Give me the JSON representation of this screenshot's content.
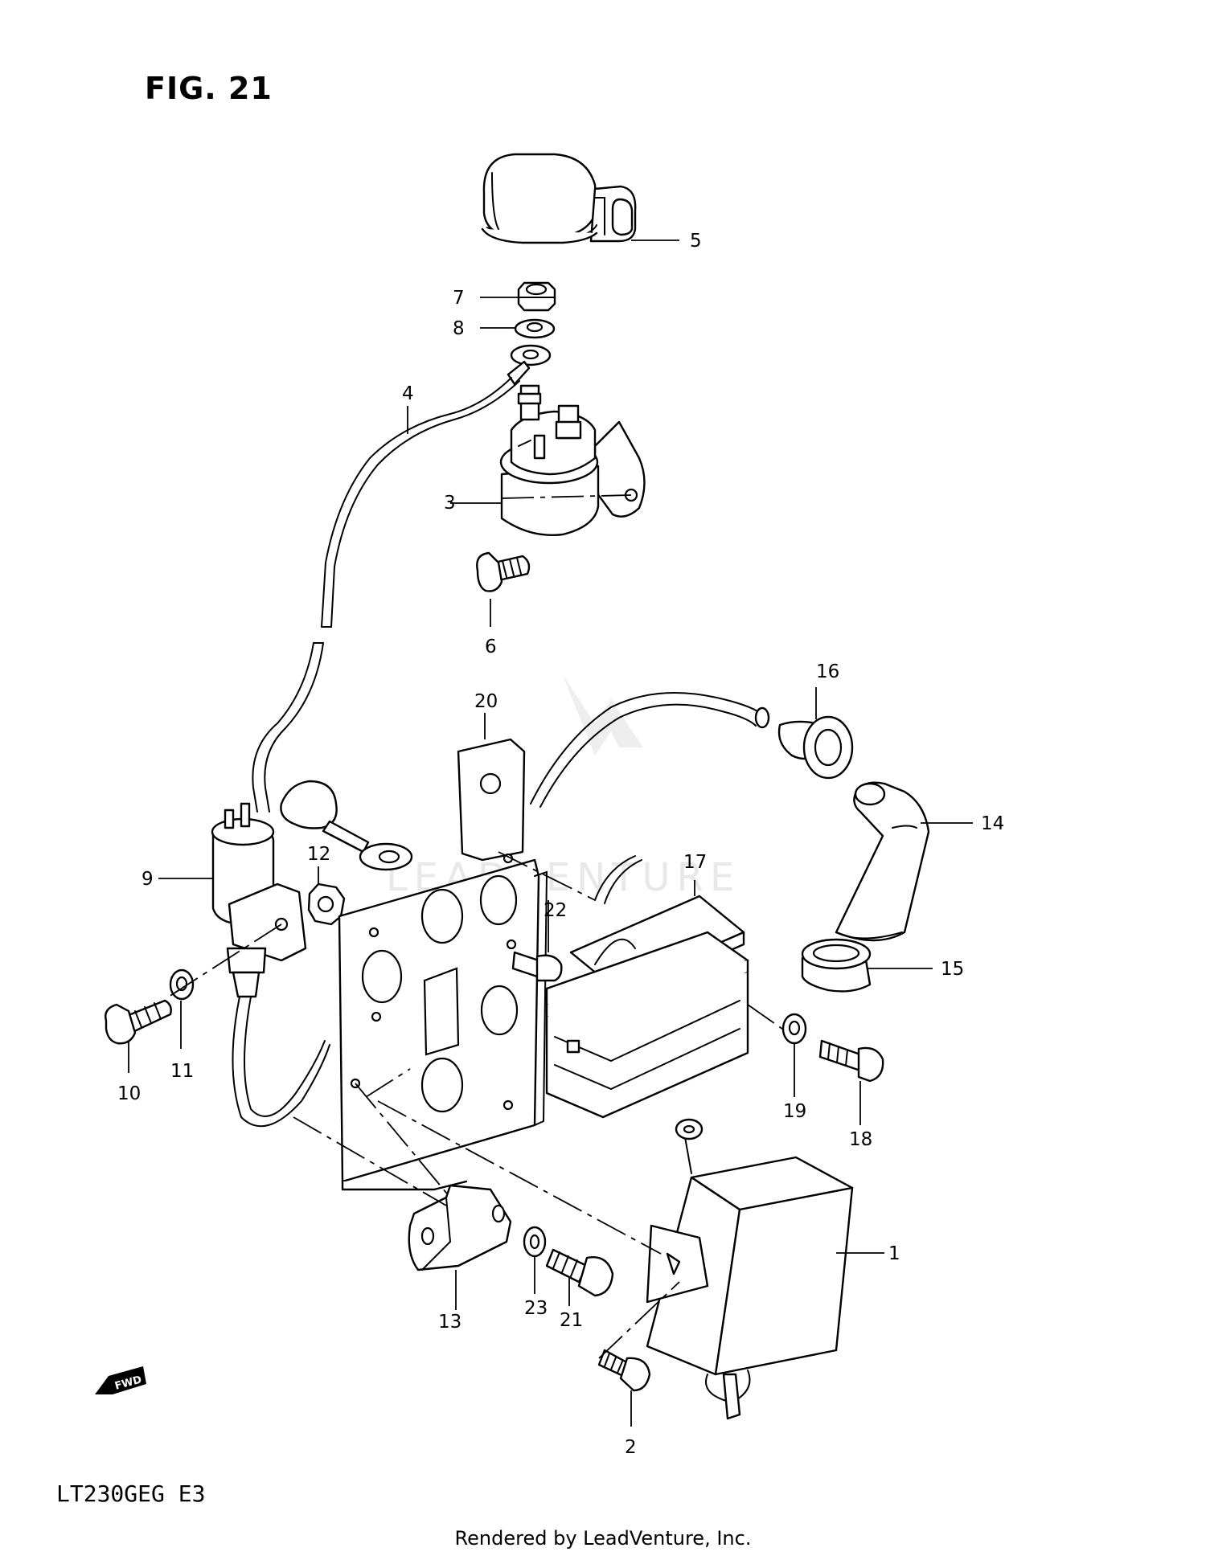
{
  "figure": {
    "title": "FIG. 21"
  },
  "model_code": "LT230GEG  E3",
  "footer_text": "Rendered by LeadVenture, Inc.",
  "watermark": "LEADVENTURE",
  "fwd_label": "FWD",
  "callouts": [
    "1",
    "2",
    "3",
    "4",
    "5",
    "6",
    "7",
    "8",
    "9",
    "10",
    "11",
    "12",
    "13",
    "14",
    "15",
    "16",
    "17",
    "18",
    "19",
    "20",
    "21",
    "22",
    "23"
  ]
}
